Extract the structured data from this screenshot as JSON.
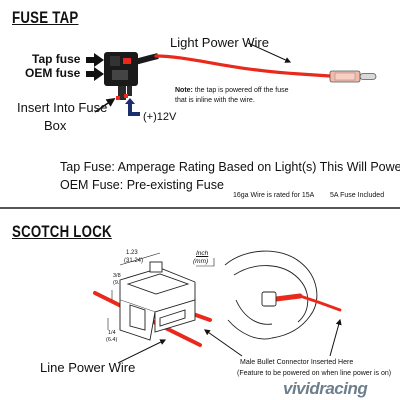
{
  "fuse_tap": {
    "title": "FUSE TAP",
    "tap_fuse_label": "Tap fuse",
    "oem_fuse_label": "OEM fuse",
    "light_power_wire_label": "Light Power Wire",
    "note_bold": "Note:",
    "note_text_1": " the tap is powered off the fuse",
    "note_text_2": "that is inline with the wire.",
    "insert_label_1": "Insert Into Fuse",
    "insert_label_2": "Box",
    "voltage_label": "(+)12V",
    "tap_fuse_desc_label": "Tap Fuse:",
    "tap_fuse_desc": " Amperage Rating Based on Light(s) This Will Power",
    "oem_fuse_desc_label": "OEM Fuse:",
    "oem_fuse_desc": " Pre-existing Fuse",
    "wire_rating": "16ga Wire is rated for 15A",
    "fuse_included": "5A Fuse Included"
  },
  "scotch_lock": {
    "title": "SCOTCH LOCK",
    "unit_label_1": "Inch",
    "unit_label_2": "(mm)",
    "dim_1": "1.23",
    "dim_2": "(31.24)",
    "dim_3": "3/8",
    "dim_4": "(9.5)",
    "dim_5": "1/4",
    "dim_6": "(6.4)",
    "line_power_wire_label": "Line Power Wire",
    "bullet_label": "Male Bullet Connector Inserted Here",
    "bullet_note": "(Feature to be powered on when line power is on)",
    "watermark": "vividracing"
  },
  "colors": {
    "wire_red": "#e8291c",
    "divider": "#555555",
    "watermark": "#6d7e8c"
  }
}
